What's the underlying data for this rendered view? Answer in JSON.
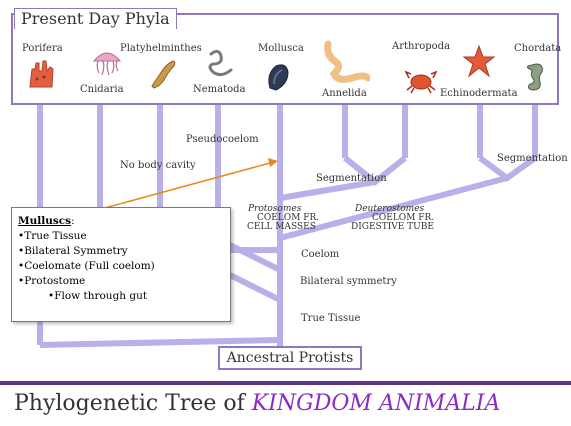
{
  "title_top": "Present Day Phyla",
  "phyla": [
    {
      "name": "Porifera",
      "icon": "sponge-icon"
    },
    {
      "name": "Cnidaria",
      "icon": "jellyfish-icon"
    },
    {
      "name": "Platyhelminthes",
      "icon": "flatworm-icon"
    },
    {
      "name": "Nematoda",
      "icon": "roundworm-icon"
    },
    {
      "name": "Mollusca",
      "icon": "mussel-icon"
    },
    {
      "name": "Annelida",
      "icon": "earthworm-icon"
    },
    {
      "name": "Arthropoda",
      "icon": "crab-icon"
    },
    {
      "name": "Echinodermata",
      "icon": "starfish-icon"
    },
    {
      "name": "Chordata",
      "icon": "seahorse-icon"
    }
  ],
  "tree_labels": {
    "no_body_cavity": "No body cavity",
    "pseudocoelom": "Pseudocoelom",
    "segmentation_left": "Segmentation",
    "segmentation_right": "Segmentation",
    "protostomes": "Protosomes",
    "protostomes_note": [
      "COELOM FR.",
      "CELL MASSES"
    ],
    "deuterostomes": "Deuterostomes",
    "deuterostomes_note": [
      "COELOM FR.",
      "DIGESTIVE TUBE"
    ],
    "coelom": "Coelom",
    "bilateral_symmetry": "Bilateral symmetry",
    "true_tissue": "True Tissue"
  },
  "info_box": {
    "heading": "Mulluscs",
    "heading_suffix": ":",
    "items": [
      "•True Tissue",
      "•Bilateral Symmetry",
      "•Coelomate (Full coelom)",
      "•Protostome"
    ],
    "subitem": "•Flow through gut"
  },
  "root_label": "Ancestral Protists",
  "footer": {
    "prefix": "Phylogenetic Tree of",
    "accent": "KINGDOM ANIMALIA"
  },
  "colors": {
    "branch": "#b9b0ea",
    "border": "#8f76bd",
    "arrow": "#e8891c",
    "divider": "#5e3a86",
    "footer_accent": "#8a2cc2"
  }
}
